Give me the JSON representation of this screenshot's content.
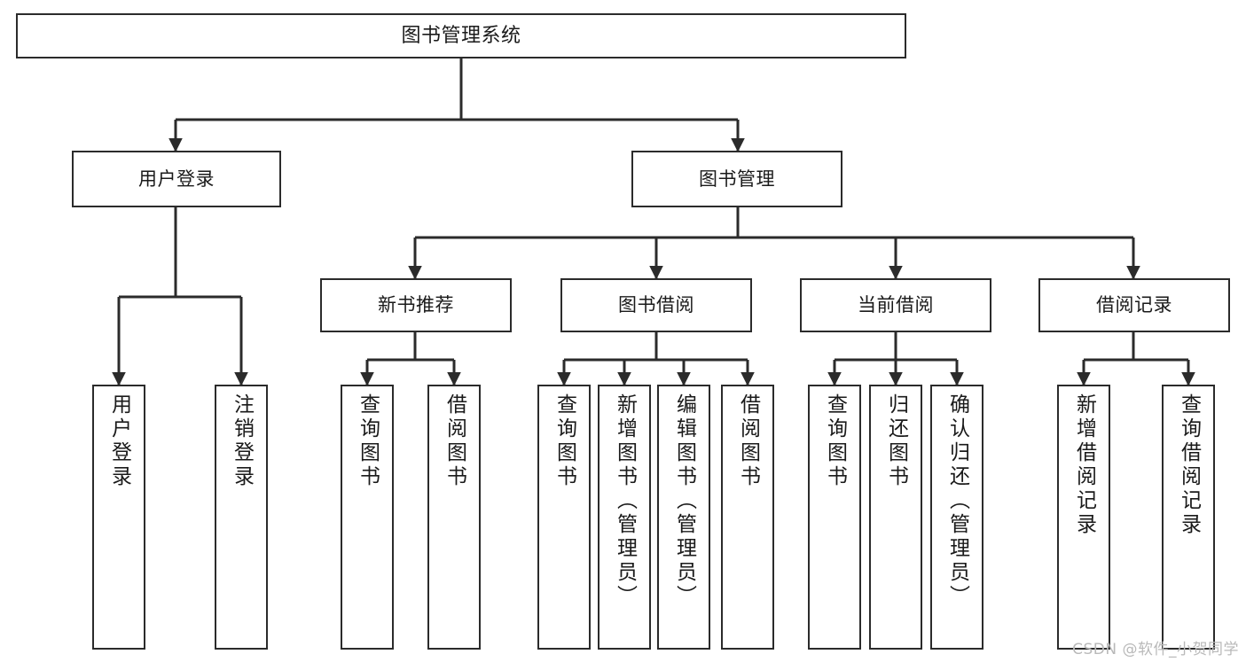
{
  "diagram": {
    "title": "图书管理系统",
    "type": "tree",
    "stroke_color": "#2b2b2b",
    "fill_color": "#ffffff",
    "text_color": "#1a1a1a"
  },
  "watermark": {
    "text": "CSDN @软件_小贺同学",
    "color": "#b9b9b9"
  },
  "nodes": {
    "root": {
      "label": "图书管理系统"
    },
    "level2": [
      {
        "label": "用户登录"
      },
      {
        "label": "图书管理"
      }
    ],
    "level3": [
      {
        "label": "新书推荐"
      },
      {
        "label": "图书借阅"
      },
      {
        "label": "当前借阅"
      },
      {
        "label": "借阅记录"
      }
    ],
    "leaves": {
      "user_login": [
        {
          "label": "用户登录"
        },
        {
          "label": "注销登录"
        }
      ],
      "new_book_recommend": [
        {
          "label": "查询图书"
        },
        {
          "label": "借阅图书"
        }
      ],
      "book_borrow": [
        {
          "label": "查询图书"
        },
        {
          "label": "新增图书（管理员）"
        },
        {
          "label": "编辑图书（管理员）"
        },
        {
          "label": "借阅图书"
        }
      ],
      "current_borrow": [
        {
          "label": "查询图书"
        },
        {
          "label": "归还图书"
        },
        {
          "label": "确认归还（管理员）"
        }
      ],
      "borrow_record": [
        {
          "label": "新增借阅记录"
        },
        {
          "label": "查询借阅记录"
        }
      ]
    }
  }
}
